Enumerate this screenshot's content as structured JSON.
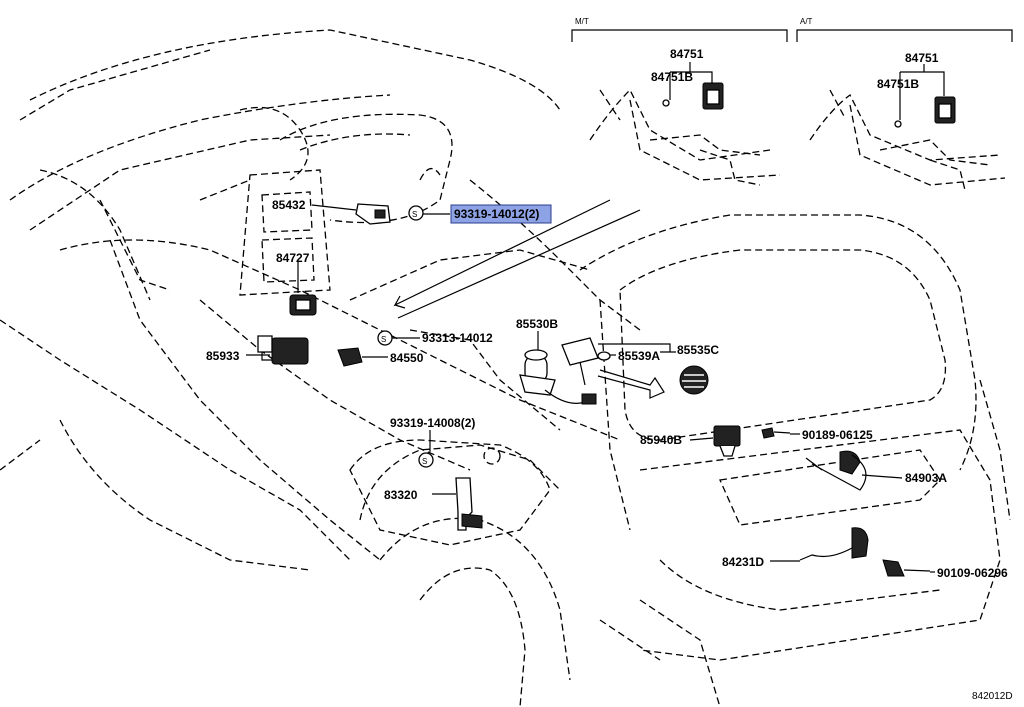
{
  "diagram_id": "842012D",
  "headers": {
    "mt": "M/T",
    "at": "A/T"
  },
  "labels": {
    "p84751_mt": "84751",
    "p84751b_mt": "84751B",
    "p84751_at": "84751",
    "p84751b_at": "84751B",
    "p85432": "85432",
    "p93319_14012": "93319-14012(2)",
    "p84727": "84727",
    "p93313_14012": "93313-14012",
    "p85933": "85933",
    "p84550": "84550",
    "p85530b": "85530B",
    "p85539a": "85539A",
    "p85535c": "85535C",
    "p93319_14008": "93319-14008(2)",
    "p85940b": "85940B",
    "p90189_06125": "90189-06125",
    "p84903a": "84903A",
    "p83320": "83320",
    "p84231d": "84231D",
    "p90109_06296": "90109-06296"
  },
  "colors": {
    "highlight": "#8ea3e6",
    "line": "#000000"
  }
}
